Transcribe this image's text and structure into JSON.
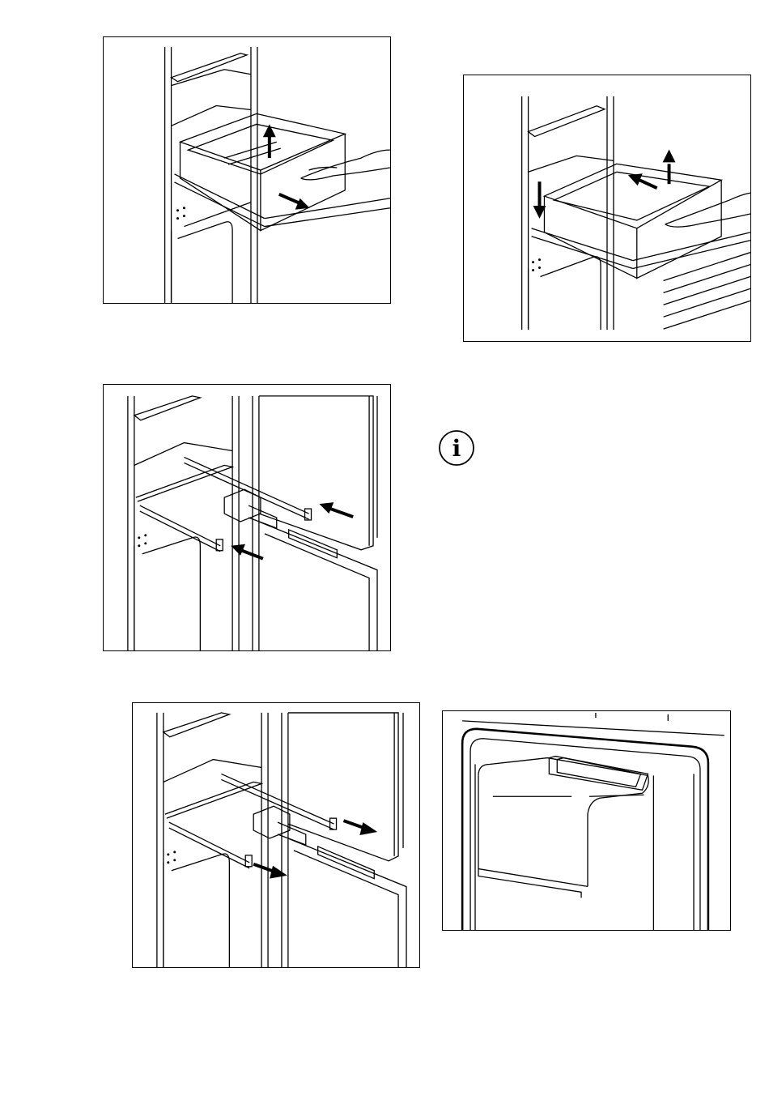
{
  "page": {
    "figures": [
      {
        "id": "fig-1",
        "description_icon": "drawer-lift-out"
      },
      {
        "id": "fig-2",
        "description_icon": "drawer-insert"
      },
      {
        "id": "fig-3",
        "description_icon": "rails-push-in"
      },
      {
        "id": "fig-4",
        "description_icon": "rails-pull-out"
      },
      {
        "id": "fig-5",
        "description_icon": "compartment-shelf"
      }
    ],
    "info_icon": {
      "glyph": "i",
      "icon": "info-icon"
    }
  },
  "colors": {
    "line": "#000000",
    "background": "#ffffff",
    "shade": "#cfcfcf"
  }
}
